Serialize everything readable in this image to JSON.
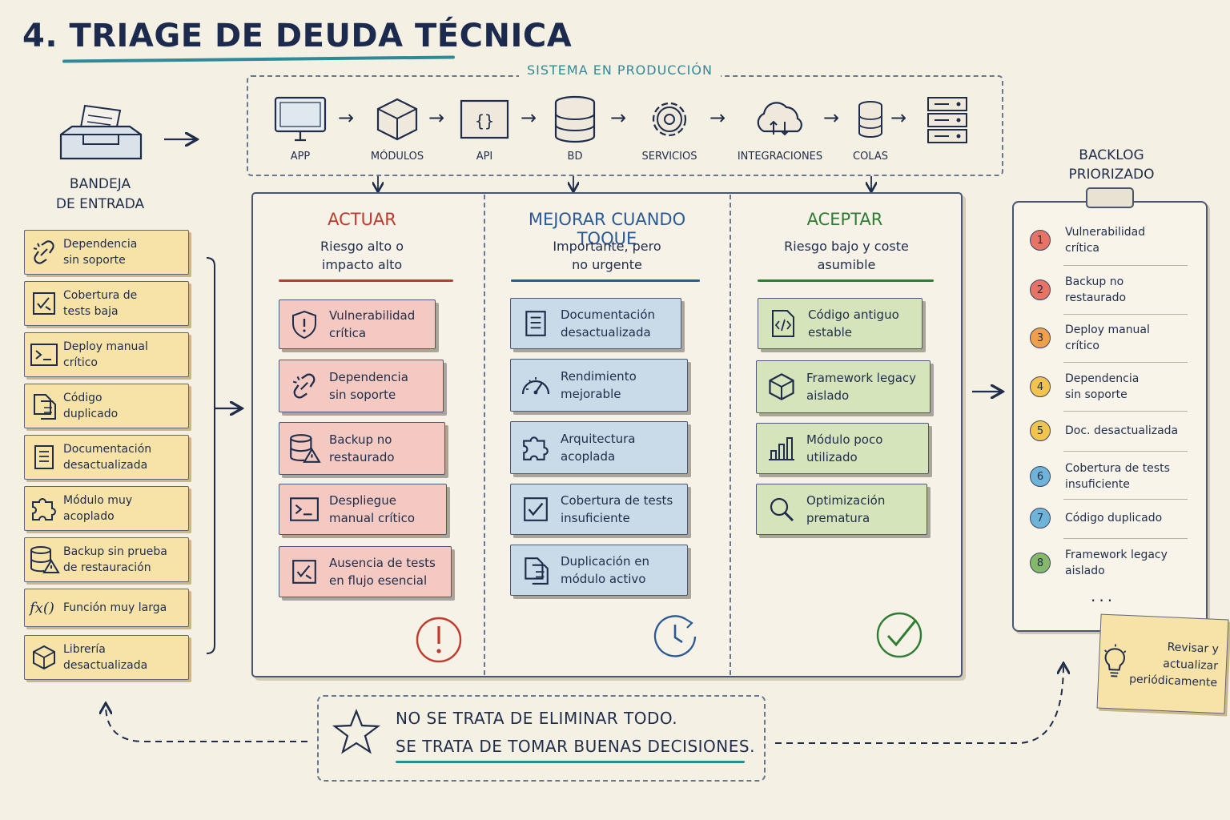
{
  "title": "4. TRIAGE DE DEUDA TÉCNICA",
  "production": {
    "title": "SISTEMA EN PRODUCCIÓN",
    "items": [
      {
        "label": "APP",
        "icon": "monitor-icon"
      },
      {
        "label": "MÓDULOS",
        "icon": "cube-icon"
      },
      {
        "label": "API",
        "icon": "api-braces-icon"
      },
      {
        "label": "BD",
        "icon": "database-icon"
      },
      {
        "label": "SERVICIOS",
        "icon": "gear-icon"
      },
      {
        "label": "INTEGRACIONES",
        "icon": "cloud-icon"
      },
      {
        "label": "COLAS",
        "icon": "queue-icon"
      },
      {
        "label": "",
        "icon": "server-rack-icon"
      }
    ]
  },
  "inbox": {
    "label_line1": "BANDEJA",
    "label_line2": "DE ENTRADA",
    "items": [
      {
        "l1": "Dependencia",
        "l2": "sin soporte",
        "icon": "broken-link-icon"
      },
      {
        "l1": "Cobertura de",
        "l2": "tests baja",
        "icon": "checkbox-chart-icon"
      },
      {
        "l1": "Deploy manual",
        "l2": "crítico",
        "icon": "terminal-icon"
      },
      {
        "l1": "Código",
        "l2": "duplicado",
        "icon": "copy-document-icon"
      },
      {
        "l1": "Documentación",
        "l2": "desactualizada",
        "icon": "document-icon"
      },
      {
        "l1": "Módulo muy",
        "l2": "acoplado",
        "icon": "puzzle-icon"
      },
      {
        "l1": "Backup sin prueba",
        "l2": "de restauración",
        "icon": "database-warning-icon"
      },
      {
        "l1": "Función muy larga",
        "l2": "",
        "icon": "function-icon"
      },
      {
        "l1": "Librería",
        "l2": "desactualizada",
        "icon": "cube-icon"
      }
    ]
  },
  "columns": [
    {
      "title": "ACTUAR",
      "sub1": "Riesgo alto o",
      "sub2": "impacto alto",
      "color": "#c0392b",
      "status_icon": "alert-circle-icon",
      "cards": [
        {
          "l1": "Vulnerabilidad",
          "l2": "crítica",
          "icon": "shield-alert-icon"
        },
        {
          "l1": "Dependencia",
          "l2": "sin soporte",
          "icon": "broken-link-icon"
        },
        {
          "l1": "Backup no",
          "l2": "restaurado",
          "icon": "database-warning-icon"
        },
        {
          "l1": "Despliegue",
          "l2": "manual crítico",
          "icon": "terminal-icon"
        },
        {
          "l1": "Ausencia de tests",
          "l2": "en flujo esencial",
          "icon": "checkbox-chart-icon"
        }
      ]
    },
    {
      "title": "MEJORAR CUANDO TOQUE",
      "sub1": "Importante, pero",
      "sub2": "no urgente",
      "color": "#2b5b95",
      "status_icon": "clock-icon",
      "cards": [
        {
          "l1": "Documentación",
          "l2": "desactualizada",
          "icon": "document-icon"
        },
        {
          "l1": "Rendimiento",
          "l2": "mejorable",
          "icon": "gauge-icon"
        },
        {
          "l1": "Arquitectura",
          "l2": "acoplada",
          "icon": "puzzle-icon"
        },
        {
          "l1": "Cobertura de tests",
          "l2": "insuficiente",
          "icon": "checkbox-icon"
        },
        {
          "l1": "Duplicación en",
          "l2": "módulo activo",
          "icon": "copy-document-icon"
        }
      ]
    },
    {
      "title": "ACEPTAR",
      "sub1": "Riesgo bajo y coste",
      "sub2": "asumible",
      "color": "#2e7d32",
      "status_icon": "check-circle-icon",
      "cards": [
        {
          "l1": "Código antiguo",
          "l2": "estable",
          "icon": "code-file-icon"
        },
        {
          "l1": "Framework legacy",
          "l2": "aislado",
          "icon": "cube-icon"
        },
        {
          "l1": "Módulo poco",
          "l2": "utilizado",
          "icon": "bar-chart-icon"
        },
        {
          "l1": "Optimización",
          "l2": "prematura",
          "icon": "magnifier-icon"
        }
      ]
    }
  ],
  "backlog": {
    "label_line1": "BACKLOG",
    "label_line2": "PRIORIZADO",
    "more": "...",
    "items": [
      {
        "n": "1",
        "l1": "Vulnerabilidad",
        "l2": "crítica",
        "color": "#e57366"
      },
      {
        "n": "2",
        "l1": "Backup no",
        "l2": "restaurado",
        "color": "#e57366"
      },
      {
        "n": "3",
        "l1": "Deploy manual",
        "l2": "crítico",
        "color": "#f0a04b"
      },
      {
        "n": "4",
        "l1": "Dependencia",
        "l2": "sin soporte",
        "color": "#f2c44e"
      },
      {
        "n": "5",
        "l1": "Doc. desactualizada",
        "l2": "",
        "color": "#f2c44e"
      },
      {
        "n": "6",
        "l1": "Cobertura de tests",
        "l2": "insuficiente",
        "color": "#6fb4d8"
      },
      {
        "n": "7",
        "l1": "Código duplicado",
        "l2": "",
        "color": "#6fb4d8"
      },
      {
        "n": "8",
        "l1": "Framework legacy",
        "l2": "aislado",
        "color": "#86b86a"
      }
    ]
  },
  "note": {
    "l1": "Revisar y",
    "l2": "actualizar",
    "l3": "periódicamente",
    "icon": "lightbulb-icon"
  },
  "banner": {
    "line1": "NO SE TRATA DE ELIMINAR TODO.",
    "line2": "SE TRATA DE TOMAR BUENAS DECISIONES.",
    "icon": "star-icon"
  }
}
